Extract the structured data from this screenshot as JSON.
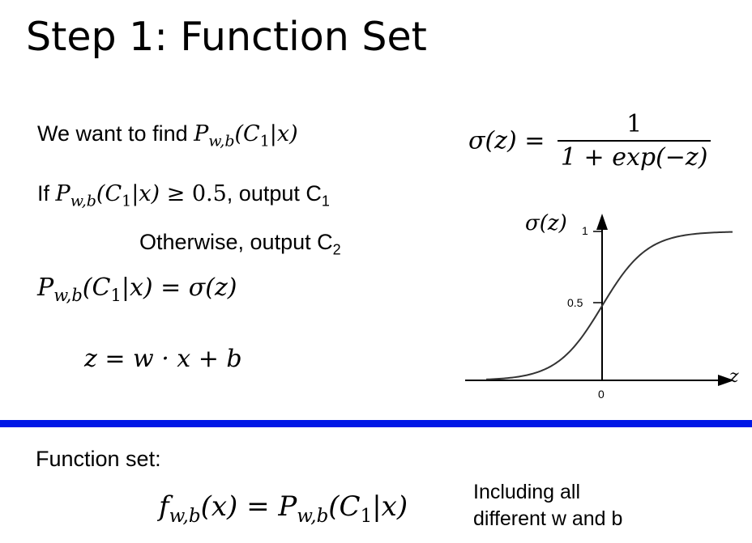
{
  "title": "Step 1: Function Set",
  "lines": {
    "find_prefix": "We want to find ",
    "if_prefix": "If ",
    "if_suffix": ", output C",
    "c1_sub": "1",
    "otherwise_prefix": "Otherwise, output C",
    "c2_sub": "2",
    "section_label": "Function set:",
    "note_line1": "Including all",
    "note_line2": "different w and b"
  },
  "math": {
    "P": "P",
    "P_sub": "w,b",
    "cond_open": "(C",
    "cond_sub": "1",
    "cond_close": "|x)",
    "geq_half": " ≥ 0.5",
    "eq_sigma": " = σ(z)",
    "z_def": "z = w · x + b",
    "sigma_lhs": "σ(z) = ",
    "frac_num": "1",
    "frac_den": "1 + exp(−z)",
    "f": "f",
    "f_sub": "w,b",
    "f_arg": "(x) = "
  },
  "plot": {
    "y_label": "σ(z)",
    "y_tick_top": "1",
    "y_tick_mid": "0.5",
    "x_tick_zero": "0",
    "x_label": "z",
    "curve_color": "#333333",
    "axis_color": "#000000"
  },
  "colors": {
    "divider": "#0018e6"
  }
}
